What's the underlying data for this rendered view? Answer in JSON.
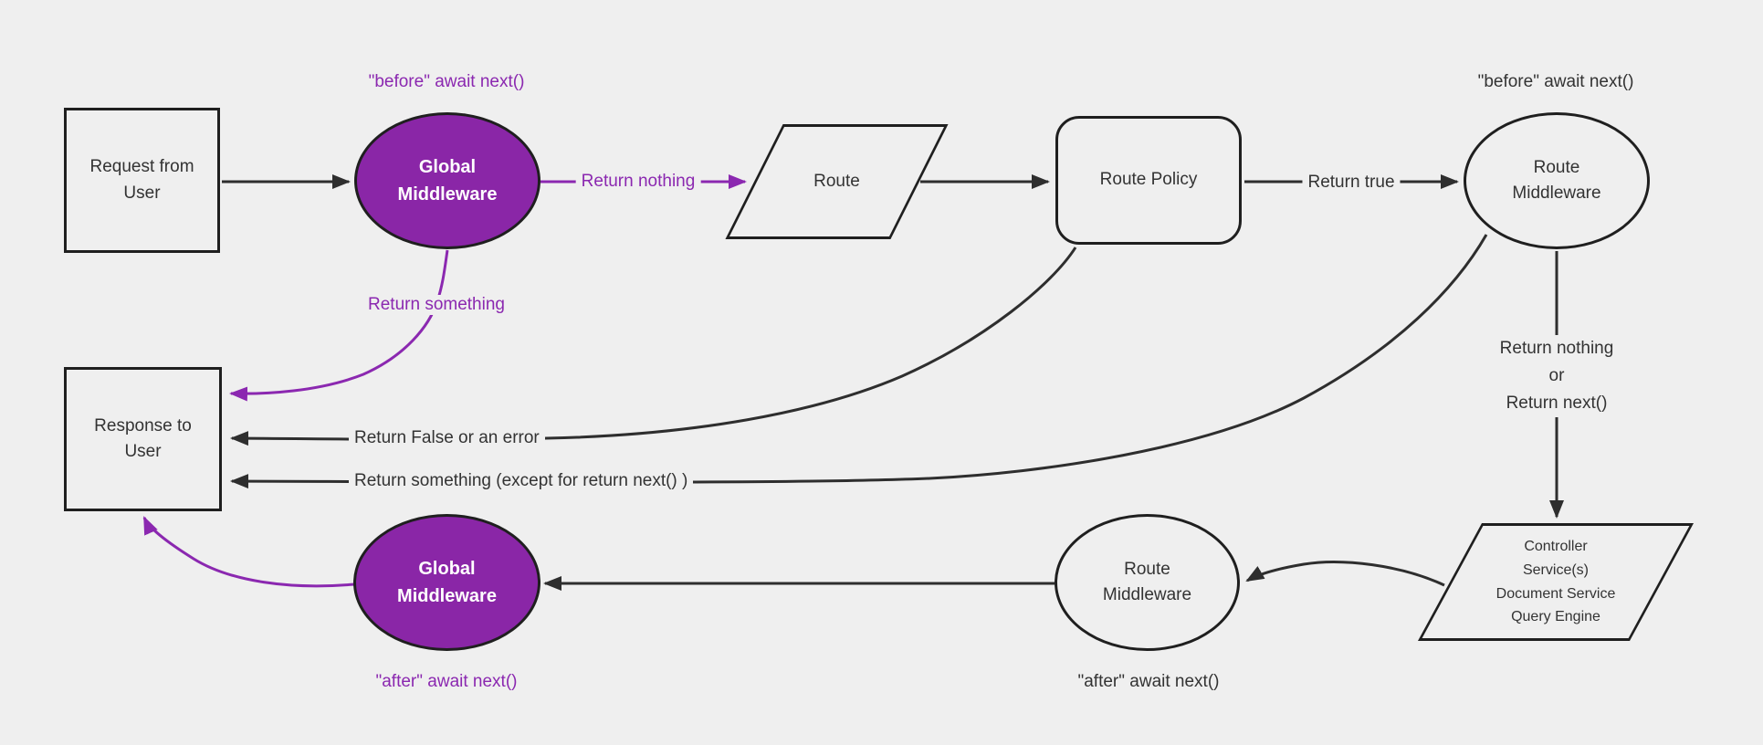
{
  "nodes": {
    "request": {
      "label": "Request from\nUser"
    },
    "global_mw_top": {
      "label": "Global\nMiddleware"
    },
    "route": {
      "label": "Route"
    },
    "route_policy": {
      "label": "Route Policy"
    },
    "route_mw_top": {
      "label": "Route\nMiddleware"
    },
    "controller": {
      "label": "Controller\nService(s)\nDocument Service\nQuery Engine"
    },
    "route_mw_bottom": {
      "label": "Route\nMiddleware"
    },
    "global_mw_bottom": {
      "label": "Global\nMiddleware"
    },
    "response": {
      "label": "Response to\nUser"
    }
  },
  "edge_labels": {
    "before_global": "\"before\" await next()",
    "return_nothing": "Return nothing",
    "return_something": "Return something",
    "return_true": "Return true",
    "before_route_mw": "\"before\" await next()",
    "return_nothing_or_next": "Return nothing\nor\nReturn next()",
    "return_false_error": "Return False or an error",
    "return_something_except": "Return something (except for return next() )",
    "after_route_mw": "\"after\" await next()",
    "after_global": "\"after\" await next()"
  },
  "colors": {
    "background": "#efefef",
    "node_fill": "#efefef",
    "node_stroke": "#1f1f1f",
    "edge_stroke": "#2e2e2e",
    "purple_fill": "#8a26a7",
    "purple_accent": "#8b28b0",
    "text_dark": "#333333",
    "text_on_purple": "#ffffff"
  }
}
